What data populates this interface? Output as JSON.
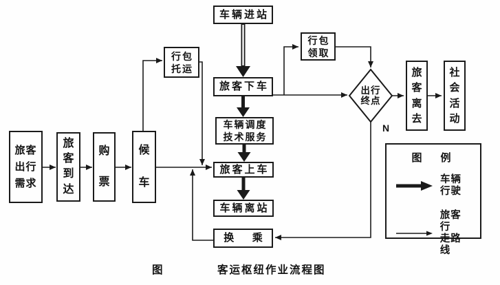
{
  "colors": {
    "ink": "#1a1a1a",
    "paper": "#fefefe"
  },
  "nodes": {
    "travel_demand": {
      "lines": [
        "旅客",
        "出行",
        "需求"
      ]
    },
    "passenger_arrival": {
      "chars": [
        "旅",
        "客",
        "到",
        "达"
      ]
    },
    "buy_ticket": {
      "chars": [
        "购",
        "票"
      ]
    },
    "wait_vehicle": {
      "chars": [
        "候",
        "车"
      ]
    },
    "baggage_consign": {
      "lines": [
        "行包",
        "托运"
      ]
    },
    "vehicle_enter": {
      "label": "车辆进站"
    },
    "alight": {
      "label": "旅客下车"
    },
    "dispatch": {
      "lines": [
        "车辆调度",
        "技术服务"
      ]
    },
    "board": {
      "label": "旅客上车"
    },
    "vehicle_leave": {
      "label": "车辆离站"
    },
    "transfer": {
      "chars": [
        "换",
        "乘"
      ]
    },
    "baggage_claim": {
      "lines": [
        "行包",
        "领取"
      ]
    },
    "destination_decision": {
      "lines": [
        "出行",
        "终点"
      ],
      "branch_label": "N"
    },
    "passenger_leave": {
      "chars": [
        "旅",
        "客",
        "离",
        "去"
      ]
    },
    "social_activity": {
      "chars": [
        "社",
        "会",
        "活",
        "动"
      ]
    }
  },
  "legend": {
    "title": "图　例",
    "vehicle_item": {
      "lines": [
        "车辆",
        "行驶"
      ]
    },
    "walk_item": {
      "lines": [
        "旅客行",
        "走路线"
      ]
    }
  },
  "caption": {
    "prefix": "图",
    "title": "客运枢纽作业流程图"
  }
}
